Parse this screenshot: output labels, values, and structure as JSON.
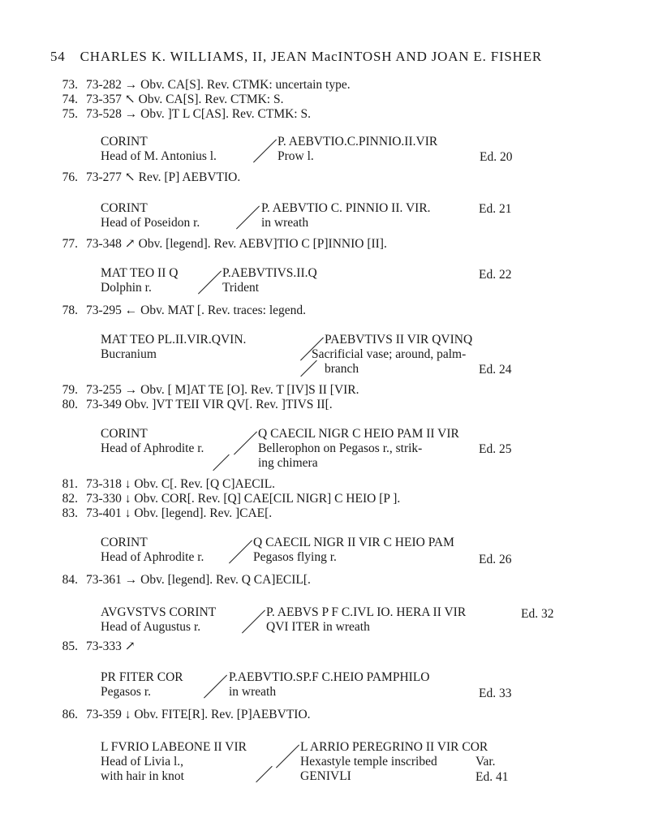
{
  "header": {
    "page_number": "54",
    "authors": "CHARLES K. WILLIAMS, II, JEAN MacINTOSH AND JOAN E. FISHER"
  },
  "entries": [
    {
      "num": "73.",
      "text": "73-282 → Obv. CA[S]. Rev. CTMK: uncertain type."
    },
    {
      "num": "74.",
      "text": "73-357 ↖ Obv. CA[S]. Rev. CTMK: S."
    },
    {
      "num": "75.",
      "text": "73-528 → Obv. ]T L C[AS]. Rev. CTMK: S."
    },
    {
      "num": "76.",
      "text": "73-277 ↖ Rev. [P] AEBVTIO."
    },
    {
      "num": "77.",
      "text": "73-348 ↗ Obv. [legend]. Rev. AEBV]TIO C [P]INNIO [II]."
    },
    {
      "num": "78.",
      "text": "73-295 ← Obv. MAT [. Rev. traces: legend."
    },
    {
      "num": "79.",
      "text": "73-255 → Obv. [ M]AT TE [O]. Rev. T [IV]S II [VIR."
    },
    {
      "num": "80.",
      "text": "73-349 Obv. ]VT TEII VIR QV[. Rev. ]TIVS II[."
    },
    {
      "num": "81.",
      "text": "73-318 ↓ Obv. C[. Rev. [Q C]AECIL."
    },
    {
      "num": "82.",
      "text": "73-330 ↓ Obv. COR[. Rev. [Q] CAE[CIL NIGR] C HEIO [P ]."
    },
    {
      "num": "83.",
      "text": "73-401 ↓ Obv. [legend]. Rev. ]CAE[."
    },
    {
      "num": "84.",
      "text": "73-361 → Obv. [legend]. Rev. Q CA]ECIL[."
    },
    {
      "num": "85.",
      "text": "73-333 ↗"
    },
    {
      "num": "86.",
      "text": "73-359 ↓ Obv. FITE[R]. Rev. [P]AEBVTIO."
    }
  ],
  "types": [
    {
      "obv1": "CORINT",
      "obv2": "Head of M. Antonius l.",
      "obv3": "",
      "rev1": "P. AEBVTIO.C.PINNIO.II.VIR",
      "rev2": "Prow l.",
      "rev3": "",
      "ed": "Ed. 20",
      "var": ""
    },
    {
      "obv1": "CORINT",
      "obv2": "Head of Poseidon r.",
      "obv3": "",
      "rev1": "P. AEBVTIO C. PINNIO II. VIR.",
      "rev2": "in wreath",
      "rev3": "",
      "ed": "Ed. 21",
      "var": ""
    },
    {
      "obv1": "MAT TEO II Q",
      "obv2": "Dolphin r.",
      "obv3": "",
      "rev1": "P.AEBVTIVS.II.Q",
      "rev2": "Trident",
      "rev3": "",
      "ed": "Ed. 22",
      "var": ""
    },
    {
      "obv1": "MAT TEO PL.II.VIR.QVIN.",
      "obv2": "Bucranium",
      "obv3": "",
      "rev1": "PAEBVTIVS II VIR QVINQ",
      "rev2": "Sacrificial vase; around, palm-",
      "rev3": "branch",
      "ed": "Ed. 24",
      "var": ""
    },
    {
      "obv1": "CORINT",
      "obv2": "Head of Aphrodite r.",
      "obv3": "",
      "rev1": "Q CAECIL NIGR C HEIO PAM II VIR",
      "rev2": "Bellerophon on Pegasos r., strik-",
      "rev3": "ing chimera",
      "ed": "Ed. 25",
      "var": ""
    },
    {
      "obv1": "CORINT",
      "obv2": "Head of Aphrodite r.",
      "obv3": "",
      "rev1": "Q CAECIL NIGR II VIR C HEIO PAM",
      "rev2": "Pegasos flying r.",
      "rev3": "",
      "ed": "Ed. 26",
      "var": ""
    },
    {
      "obv1": "AVGVSTVS CORINT",
      "obv2": "Head of Augustus r.",
      "obv3": "",
      "rev1": "P. AEBVS P F C.IVL IO. HERA II VIR",
      "rev2": "QVI ITER in wreath",
      "rev3": "",
      "ed": "Ed. 32",
      "var": ""
    },
    {
      "obv1": "PR FITER COR",
      "obv2": "Pegasos r.",
      "obv3": "",
      "rev1": "P.AEBVTIO.SP.F C.HEIO PAMPHILO",
      "rev2": "in wreath",
      "rev3": "",
      "ed": "Ed. 33",
      "var": ""
    },
    {
      "obv1": "L FVRIO LABEONE II VIR",
      "obv2": "Head of Livia l.,",
      "obv3": "with hair in knot",
      "rev1": "L ARRIO PEREGRINO II VIR COR",
      "rev2": "Hexastyle temple inscribed",
      "rev3": "GENIVLI",
      "ed": "Ed. 41",
      "var": "Var."
    }
  ]
}
